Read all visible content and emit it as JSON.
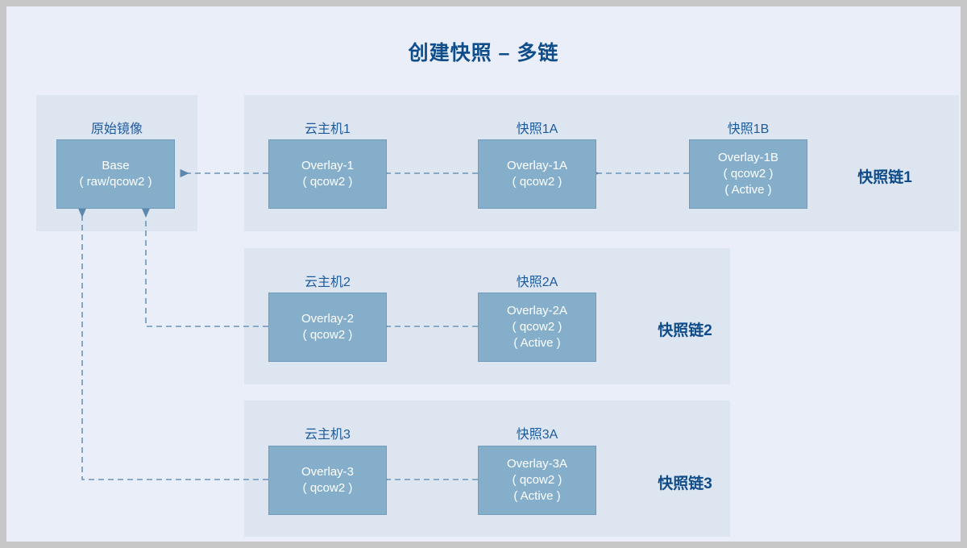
{
  "diagram": {
    "title": "创建快照 – 多链",
    "colors": {
      "page_background": "#e9eef8",
      "panel_background": "#dde5f1",
      "node_fill": "#85aecb",
      "node_border": "#6f9cbd",
      "title_color": "#104e8b",
      "caption_color": "#1d5a9c",
      "chain_label_color": "#0f4c87",
      "connector_color": "#6c93b8",
      "frame_border": "#c7c7c7"
    },
    "base_panel": {
      "caption": "原始镜像",
      "node": {
        "line1": "Base",
        "line2": "( raw/qcow2 )"
      }
    },
    "chains": [
      {
        "label": "快照链1",
        "nodes": [
          {
            "caption": "云主机1",
            "line1": "Overlay-1",
            "line2": "( qcow2 )",
            "line3": ""
          },
          {
            "caption": "快照1A",
            "line1": "Overlay-1A",
            "line2": "( qcow2 )",
            "line3": ""
          },
          {
            "caption": "快照1B",
            "line1": "Overlay-1B",
            "line2": "( qcow2 )",
            "line3": "( Active )"
          }
        ]
      },
      {
        "label": "快照链2",
        "nodes": [
          {
            "caption": "云主机2",
            "line1": "Overlay-2",
            "line2": "( qcow2 )",
            "line3": ""
          },
          {
            "caption": "快照2A",
            "line1": "Overlay-2A",
            "line2": "( qcow2 )",
            "line3": "( Active )"
          }
        ]
      },
      {
        "label": "快照链3",
        "nodes": [
          {
            "caption": "云主机3",
            "line1": "Overlay-3",
            "line2": "( qcow2 )",
            "line3": ""
          },
          {
            "caption": "快照3A",
            "line1": "Overlay-3A",
            "line2": "( qcow2 )",
            "line3": "( Active )"
          }
        ]
      }
    ],
    "connectors": [
      {
        "name": "overlay-1-to-base",
        "style": "dashed",
        "arrow": "left"
      },
      {
        "name": "overlay-1a-to-overlay-1",
        "style": "dashed",
        "arrow": "left"
      },
      {
        "name": "overlay-1b-to-overlay-1a",
        "style": "dashed",
        "arrow": "left"
      },
      {
        "name": "overlay-2a-to-overlay-2",
        "style": "dashed",
        "arrow": "left"
      },
      {
        "name": "overlay-3a-to-overlay-3",
        "style": "dashed",
        "arrow": "left"
      },
      {
        "name": "overlay-2-to-base",
        "style": "dashed-elbow",
        "arrow": "up"
      },
      {
        "name": "overlay-3-to-base",
        "style": "dashed-elbow",
        "arrow": "up"
      }
    ]
  }
}
